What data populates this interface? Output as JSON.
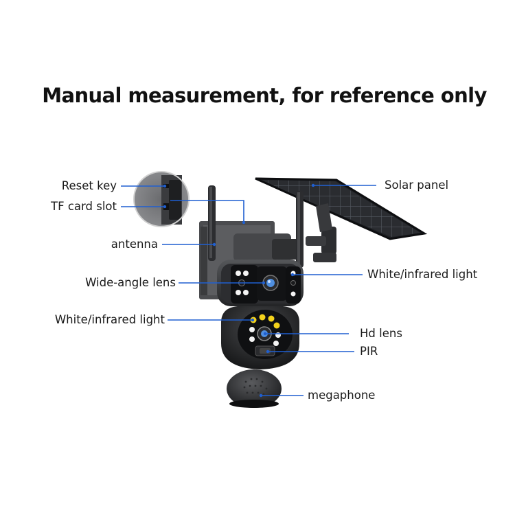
{
  "title": "Manual measurement, for reference only",
  "labels": {
    "reset_key": "Reset key",
    "tf_card_slot": "TF card slot",
    "antenna": "antenna",
    "wide_angle_lens": "Wide-angle lens",
    "white_infrared_light_left": "White/infrared light",
    "solar_panel": "Solar panel",
    "white_infrared_light_right": "White/infrared light",
    "hd_lens": "Hd lens",
    "pir": "PIR",
    "megaphone": "megaphone"
  },
  "colors": {
    "leader_line": "#1f5fd1",
    "body": "#3a3b3d",
    "body_dark": "#1c1d1f",
    "panel": "#242629",
    "led_white": "#f4f4f4",
    "led_yellow": "#f3d21c",
    "lens_blue": "#4f8fe0"
  }
}
